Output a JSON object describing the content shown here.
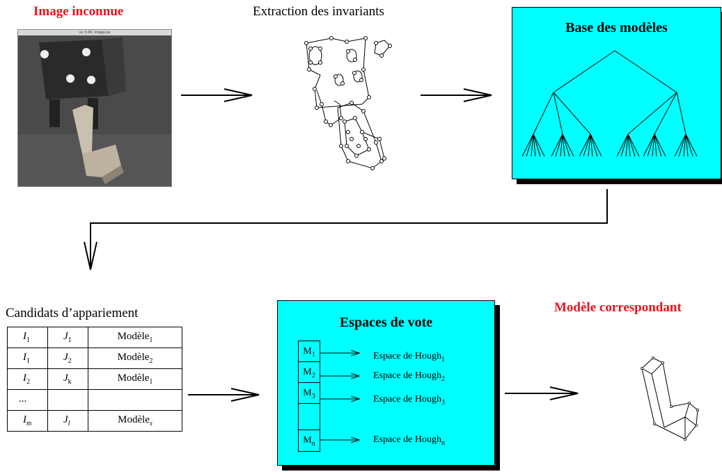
{
  "titles": {
    "unknown_image": "Image inconnue",
    "extraction": "Extraction des invariants",
    "model_base": "Base des modèles",
    "candidates": "Candidats d’appariement",
    "vote_spaces": "Espaces de vote",
    "matching_model": "Modèle correspondant"
  },
  "photo_window_title": "xv 3.00: image.ps",
  "candidates_table": [
    {
      "i": "I",
      "i_sub": "1",
      "j": "J",
      "j_sub": "1",
      "model": "Modèle",
      "model_sub": "1"
    },
    {
      "i": "I",
      "i_sub": "1",
      "j": "J",
      "j_sub": "2",
      "model": "Modèle",
      "model_sub": "2"
    },
    {
      "i": "I",
      "i_sub": "2",
      "j": "J",
      "j_sub": "k",
      "model": "Modèle",
      "model_sub": "1"
    },
    {
      "i": "...",
      "i_sub": "",
      "j": "",
      "j_sub": "",
      "model": "",
      "model_sub": ""
    },
    {
      "i": "I",
      "i_sub": "m",
      "j": "J",
      "j_sub": "l",
      "model": "Modèle",
      "model_sub": "s"
    }
  ],
  "vote": {
    "slots": [
      {
        "m": "M",
        "sub": "1"
      },
      {
        "m": "M",
        "sub": "2"
      },
      {
        "m": "M",
        "sub": "3"
      },
      {
        "m": "",
        "sub": ""
      },
      {
        "m": "M",
        "sub": "n"
      }
    ],
    "spaces": [
      {
        "label": "Espace de Hough",
        "sub": "1"
      },
      {
        "label": "Espace de Hough",
        "sub": "2"
      },
      {
        "label": "Espace de Hough",
        "sub": "3"
      },
      {
        "label": "Espace de Hough",
        "sub": "n"
      }
    ]
  },
  "colors": {
    "title_red": "#e8141c",
    "box_fill": "#00ffff",
    "shadow": "#000000"
  }
}
